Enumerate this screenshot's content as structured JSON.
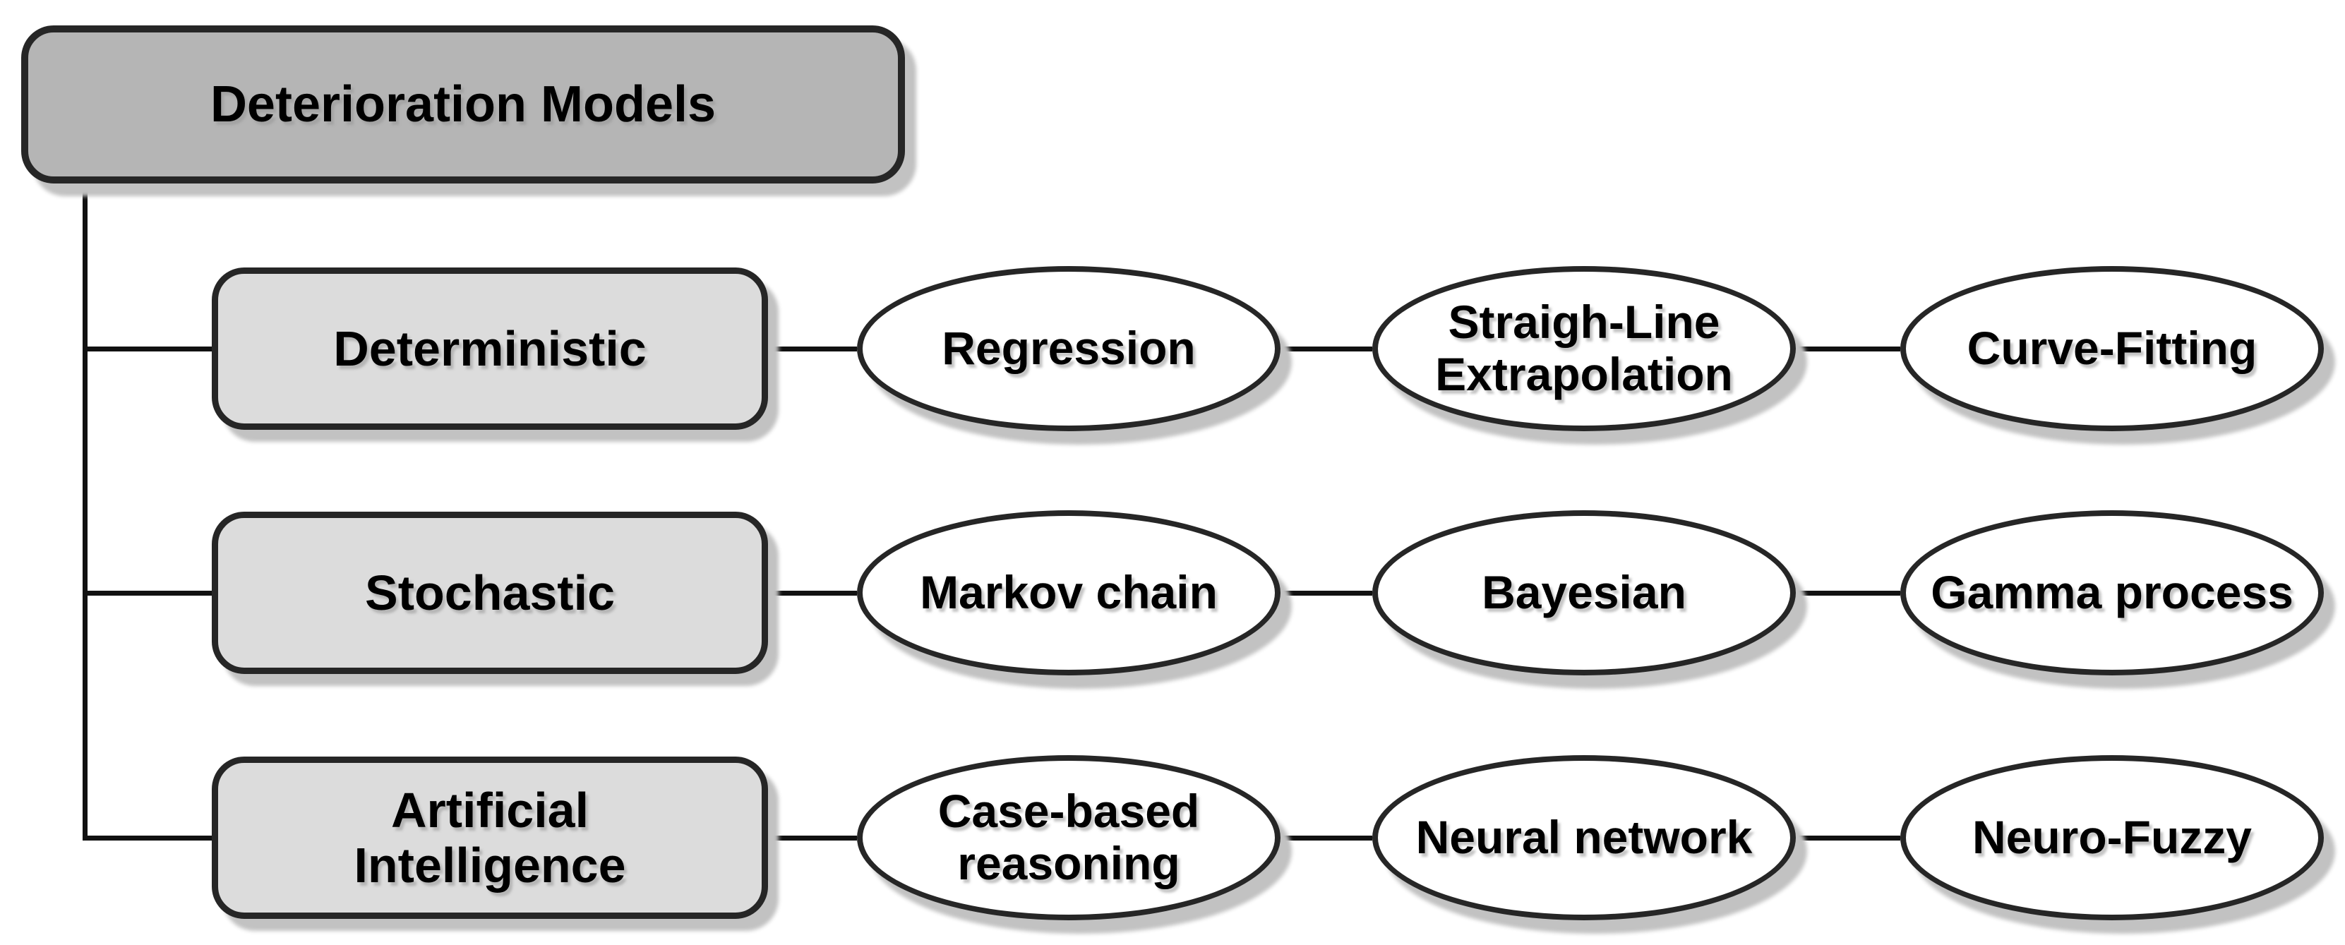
{
  "diagram": {
    "title": "Deterioration Models hierarchy",
    "root": {
      "label": "Deterioration Models"
    },
    "rows": [
      {
        "category": {
          "label": "Deterministic"
        },
        "leaves": [
          {
            "label": "Regression"
          },
          {
            "label": "Straigh-Line\nExtrapolation"
          },
          {
            "label": "Curve-Fitting"
          }
        ]
      },
      {
        "category": {
          "label": "Stochastic"
        },
        "leaves": [
          {
            "label": "Markov chain"
          },
          {
            "label": "Bayesian"
          },
          {
            "label": "Gamma process"
          }
        ]
      },
      {
        "category": {
          "label": "Artificial\nIntelligence"
        },
        "leaves": [
          {
            "label": "Case-based\nreasoning"
          },
          {
            "label": "Neural network"
          },
          {
            "label": "Neuro-Fuzzy"
          }
        ]
      }
    ],
    "colors": {
      "background": "#ffffff",
      "root_fill": "#b5b5b5",
      "category_fill": "#dcdcdc",
      "leaf_fill": "#ffffff",
      "border": "#262626",
      "shadow": "#c2c2c2",
      "connector": "#111111"
    }
  }
}
